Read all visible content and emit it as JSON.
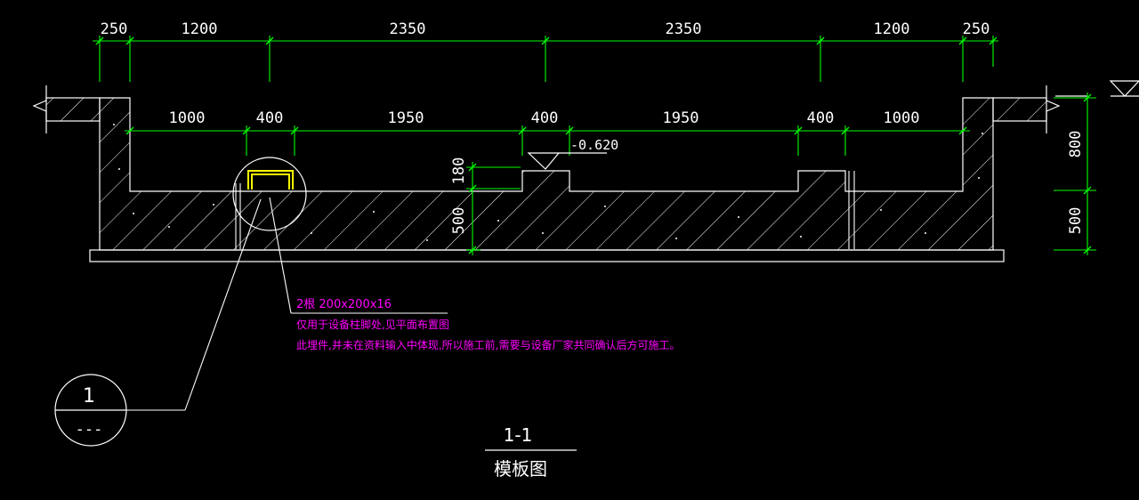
{
  "colors": {
    "background": "#000000",
    "outline": "#ffffff",
    "dimension": "#00ff00",
    "annotation": "#ff00ff",
    "embed": "#ffff00"
  },
  "top_dims": [
    "250",
    "1200",
    "2350",
    "2350",
    "1200",
    "250"
  ],
  "inner_dims": [
    "1000",
    "400",
    "1950",
    "400",
    "1950",
    "400",
    "1000"
  ],
  "vertical_dims": {
    "curb_height": "180",
    "slab_depth": "500",
    "wall_upper": "800",
    "wall_lower": "500"
  },
  "elevation": "-0.620",
  "callout": {
    "spec": "2根  200x200x16",
    "note1": "仅用于设备柱脚处,见平面布置图",
    "note2": "此埋件,并未在资料输入中体现,所以施工前,需要与设备厂家共同确认后方可施工。"
  },
  "detail_marker": {
    "number": "1",
    "sheet": "---"
  },
  "section": {
    "label": "1-1",
    "name": "模板图"
  }
}
